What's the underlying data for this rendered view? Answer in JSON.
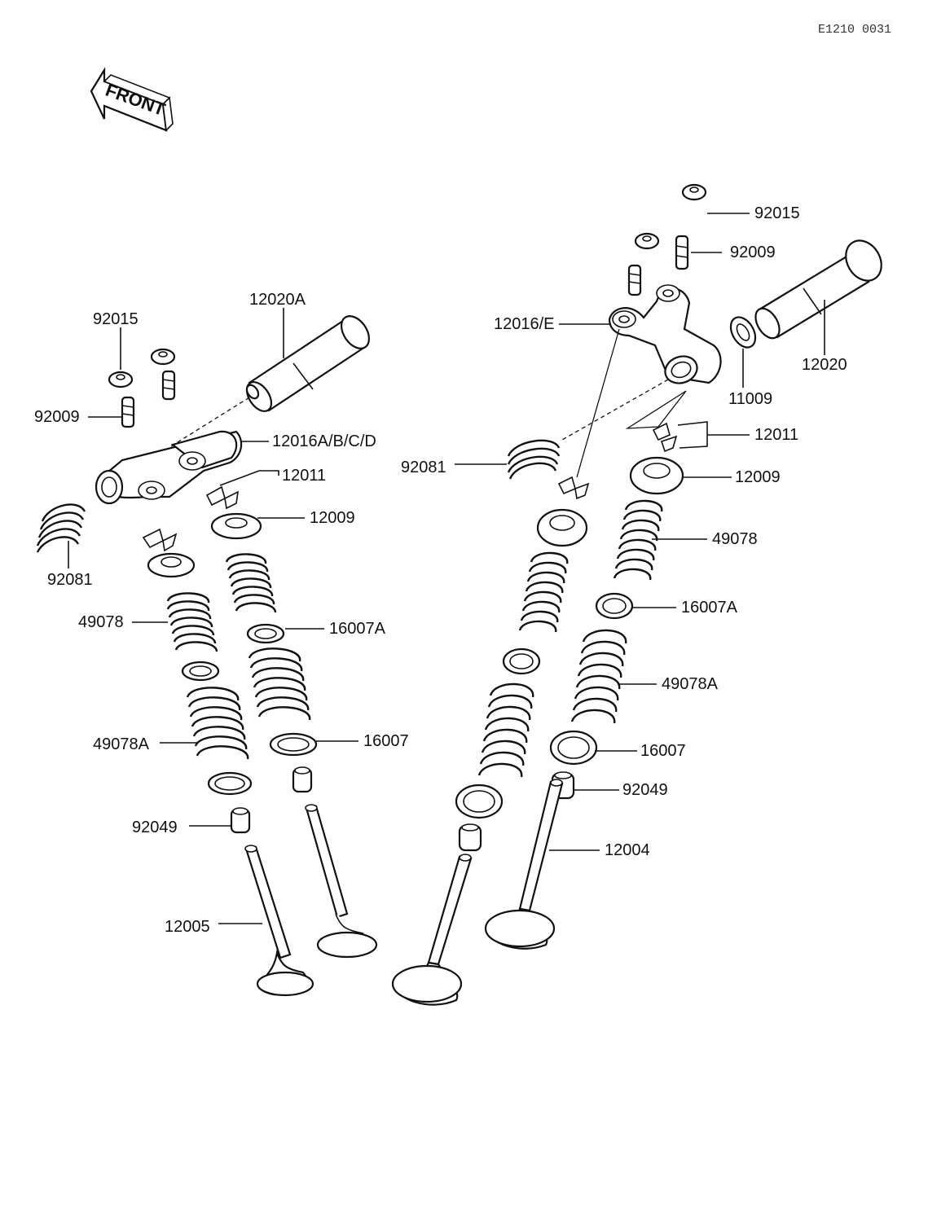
{
  "drawing_ref": "E1210 0031",
  "front_label": "FRONT",
  "labels": {
    "l_92015": "92015",
    "l_12020a": "12020A",
    "l_92009": "92009",
    "l_12016abcd": "12016A/B/C/D",
    "l_12011": "12011",
    "l_12009": "12009",
    "l_92081": "92081",
    "l_49078": "49078",
    "l_16007a": "16007A",
    "l_49078a": "49078A",
    "l_16007": "16007",
    "l_92049": "92049",
    "l_12005": "12005",
    "r_92015": "92015",
    "r_92009": "92009",
    "r_12016e": "12016/E",
    "r_12020": "12020",
    "r_11009": "11009",
    "r_12011": "12011",
    "r_92081": "92081",
    "r_12009": "12009",
    "r_49078": "49078",
    "r_16007a": "16007A",
    "r_49078a": "49078A",
    "r_16007": "16007",
    "r_92049": "92049",
    "r_12004": "12004"
  }
}
